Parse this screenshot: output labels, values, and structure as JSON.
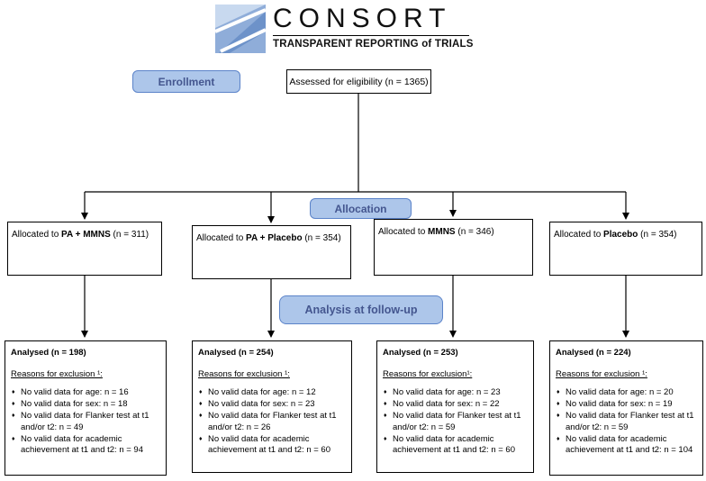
{
  "logo": {
    "title": "CONSORT",
    "subtitle": "TRANSPARENT REPORTING of TRIALS"
  },
  "colors": {
    "stage_fill": "#adc6ea",
    "stage_border": "#5b83c9",
    "stage_text": "#44568f",
    "box_border": "#000000"
  },
  "stages": {
    "enrollment": "Enrollment",
    "allocation": "Allocation",
    "analysis_followup": "Analysis at follow-up"
  },
  "eligibility": {
    "label": "Assessed for eligibility (n = 1365)"
  },
  "columns": [
    {
      "allocated_prefix": "Allocated to ",
      "allocated_group": "PA + MMNS",
      "allocated_n": " (n = 311)",
      "analysed": "Analysed (n = 198)",
      "reasons_header": "Reasons for exclusion ¹:",
      "reasons": [
        "No valid data for age: n = 16",
        "No valid data for sex: n = 18",
        "No valid data for Flanker test at t1 and/or t2: n = 49",
        "No valid data for academic achievement at t1 and t2: n = 94"
      ]
    },
    {
      "allocated_prefix": "Allocated to ",
      "allocated_group": "PA + Placebo",
      "allocated_n": " (n = 354)",
      "analysed": "Analysed (n = 254)",
      "reasons_header": "Reasons for exclusion ¹:",
      "reasons": [
        "No valid data for age: n = 12",
        "No valid data for sex: n = 23",
        "No valid data for Flanker test at t1 and/or t2: n = 26",
        "No valid data for academic achievement at t1 and t2: n = 60"
      ]
    },
    {
      "allocated_prefix": "Allocated to ",
      "allocated_group": "MMNS",
      "allocated_n": " (n = 346)",
      "analysed": "Analysed (n = 253)",
      "reasons_header": "Reasons for exclusion¹:",
      "reasons": [
        "No valid data for age: n = 23",
        "No valid data for sex: n = 22",
        "No valid data for Flanker test at t1 and/or t2: n = 59",
        "No valid data for academic achievement at t1 and t2: n = 60"
      ]
    },
    {
      "allocated_prefix": "Allocated to ",
      "allocated_group": "Placebo",
      "allocated_n": " (n = 354)",
      "analysed": "Analysed (n = 224)",
      "reasons_header": "Reasons for exclusion ¹:",
      "reasons": [
        "No valid data for age: n = 20",
        "No valid data for sex: n = 19",
        "No valid data for Flanker test at t1 and/or t2: n = 59",
        "No valid data for academic achievement at t1 and t2: n = 104"
      ]
    }
  ]
}
